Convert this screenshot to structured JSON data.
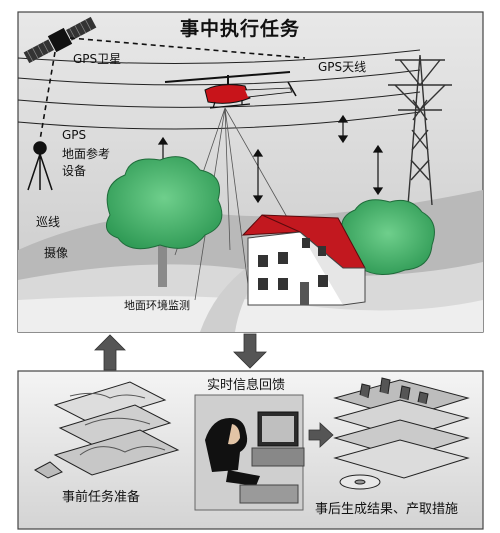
{
  "diagram": {
    "title": "事中执行任务",
    "labels": {
      "gps_satellite": "GPS卫星",
      "gps_antenna": "GPS天线",
      "gps_ground_1": "GPS",
      "gps_ground_2": "地面参考",
      "gps_ground_3": "设备",
      "patrol_1": "巡线",
      "patrol_2": "摄像",
      "ground_monitoring": "地面环境监测",
      "realtime_feedback": "实时信息回馈",
      "pre_task": "事前任务准备",
      "post_task": "事后生成结果、产取措施"
    }
  }
}
